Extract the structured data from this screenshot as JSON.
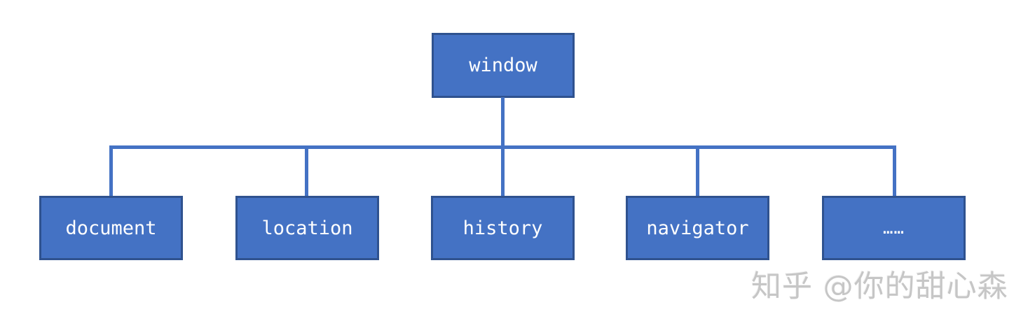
{
  "diagram": {
    "root": {
      "label": "window"
    },
    "children": [
      {
        "label": "document"
      },
      {
        "label": "location"
      },
      {
        "label": "history"
      },
      {
        "label": "navigator"
      },
      {
        "label": "……"
      }
    ]
  },
  "watermark": {
    "text": "知乎 @你的甜心森"
  },
  "colors": {
    "node_fill": "#4472C4",
    "node_border": "#2F528F",
    "connector": "#4472C4",
    "node_text": "#FFFFFF",
    "watermark_text": "#C6C6C6"
  }
}
